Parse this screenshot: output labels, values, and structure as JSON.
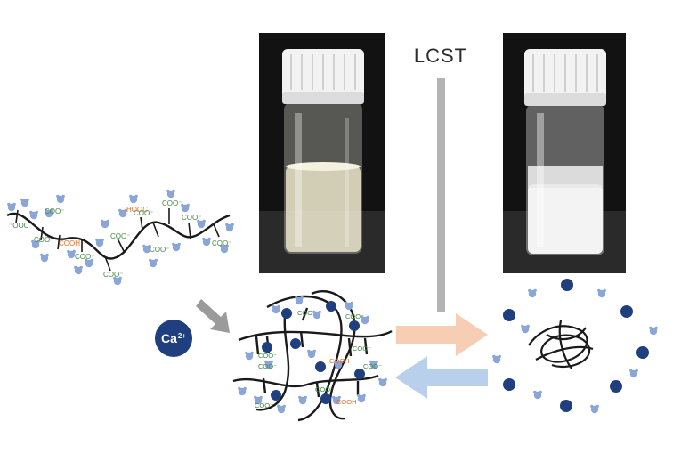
{
  "lcst_label": "LCST",
  "calcium_label": "Ca",
  "calcium_charge": "2+",
  "carboxylate_label": "COO⁻",
  "carboxylate_label_alt": "⁻OOC",
  "carboxylic_acid_label": "COOH",
  "carboxylic_acid_label_alt": "HOOC",
  "ion_badge_label": "Ca²⁺",
  "colors": {
    "chain": "#1a1a1a",
    "carboxylate": "#3f8a3f",
    "carboxylic_acid": "#e2702c",
    "water": "#8aa6d9",
    "calcium": "#1f3f7e",
    "heating_arrow": "#f7cdb4",
    "cooling_arrow": "#b9d0ec",
    "ca_arrow": "#9b9b9b",
    "lcst_bar": "#b4b4b4"
  },
  "photos": {
    "left_state": "clear solution",
    "right_state": "turbid precipitate"
  }
}
